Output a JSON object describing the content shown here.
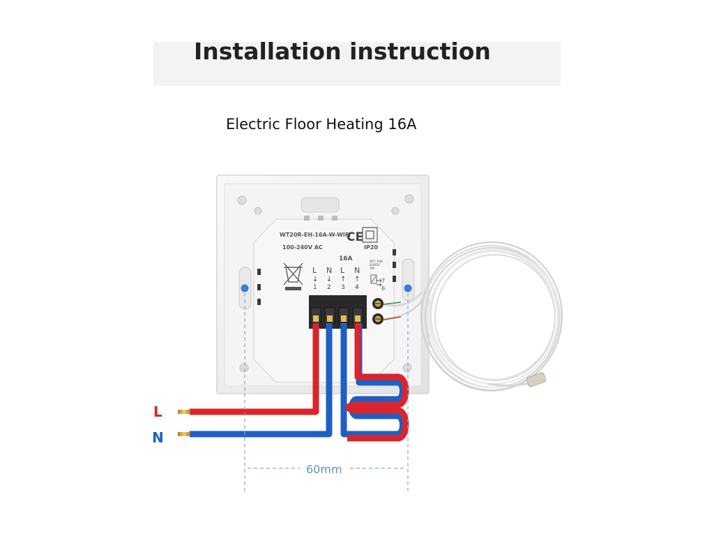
{
  "header": {
    "title": "Installation instruction"
  },
  "diagram": {
    "subtitle": "Electric Floor Heating 16A",
    "device": {
      "model": "WT20R-EH-16A-W-WiFi",
      "ce_mark": "CE",
      "ip_rating": "IP20",
      "voltage": "100-240V AC",
      "current": "16A",
      "sensor_spec": "NTC 10K\nB3950\n3M",
      "terminals": [
        {
          "letter": "L",
          "number": "1"
        },
        {
          "letter": "N",
          "number": "2"
        },
        {
          "letter": "L",
          "number": "3"
        },
        {
          "letter": "N",
          "number": "4"
        }
      ],
      "sensor_terminals": [
        "7",
        "6"
      ]
    },
    "wires": {
      "live_label": "L",
      "neutral_label": "N"
    },
    "dimension": {
      "label": "60mm"
    },
    "colors": {
      "live": "#d9252b",
      "neutral": "#1f5fc4",
      "mount_hole": "#3b7ddd",
      "panel": "#ededed"
    }
  }
}
